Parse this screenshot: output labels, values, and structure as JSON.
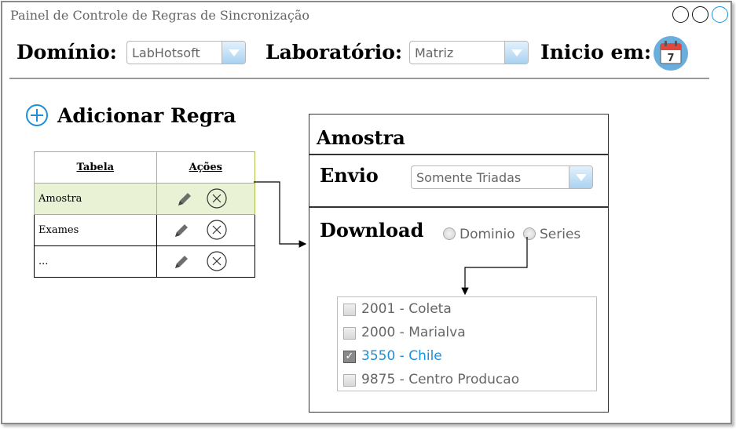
{
  "window": {
    "title": "Painel de Controle de Regras de Sincronização"
  },
  "header": {
    "dominio_label": "Domínio:",
    "dominio_value": "LabHotsoft",
    "laboratorio_label": "Laboratório:",
    "laboratorio_value": "Matriz",
    "inicio_label": "Inicio em:",
    "calendar_day": "7"
  },
  "rules": {
    "add_label": "Adicionar Regra",
    "columns": [
      "Tabela",
      "Ações"
    ],
    "rows": [
      "Amostra",
      "Exames",
      "..."
    ]
  },
  "panel": {
    "title": "Amostra",
    "envio_label": "Envio",
    "envio_value": "Somente Triadas",
    "download_label": "Download",
    "radio_options": [
      "Dominio",
      "Series"
    ],
    "series": [
      {
        "label": "2001 - Coleta",
        "checked": false
      },
      {
        "label": "2000 - Marialva",
        "checked": false
      },
      {
        "label": "3550 - Chile",
        "checked": true
      },
      {
        "label": "9875 - Centro Producao",
        "checked": false
      }
    ]
  },
  "colors": {
    "accent": "#1e8fd6",
    "selected_row": "#eaf2d6",
    "selected_border": "#a8c04a"
  }
}
